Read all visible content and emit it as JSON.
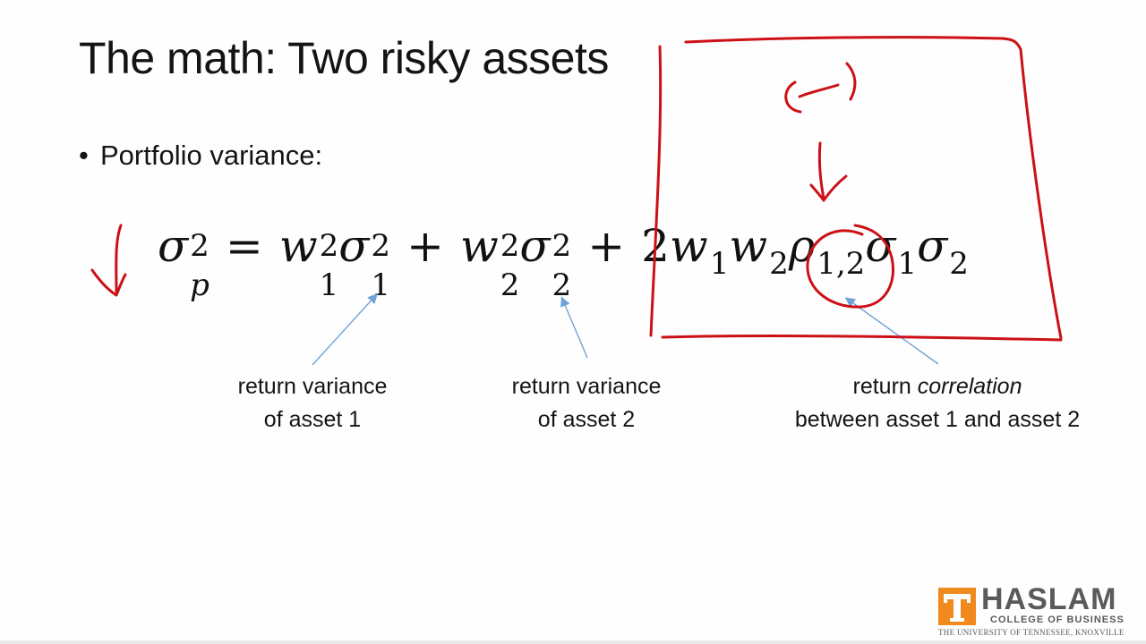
{
  "slide": {
    "title": "The math: Two risky assets",
    "bullet_symbol": "•",
    "bullet_text": "Portfolio variance:"
  },
  "formula": {
    "latex": "\\sigma_p^2 = w_1^2\\sigma_1^2 + w_2^2\\sigma_2^2 + 2w_1w_2\\rho_{1,2}\\sigma_1\\sigma_2",
    "sigma": "σ",
    "w": "w",
    "rho": "ρ",
    "p": "p",
    "two": "2",
    "one": "1",
    "one_two": "1,2",
    "equals": "=",
    "plus": "+",
    "coef": "2"
  },
  "annotations": {
    "label1": {
      "line1": "return variance",
      "line2": "of asset 1"
    },
    "label2": {
      "line1": "return variance",
      "line2": "of asset 2"
    },
    "label3": {
      "line1_prefix": "return ",
      "line1_italic": "correlation",
      "line2": "between asset 1 and asset 2"
    }
  },
  "ink": {
    "color": "#cc1016",
    "arrow_color": "#6fa3d6",
    "note": "(–)"
  },
  "logo": {
    "mark": "T",
    "name": "HASLAM",
    "subtitle": "COLLEGE OF BUSINESS",
    "university": "THE UNIVERSITY OF TENNESSEE, KNOXVILLE",
    "brand_color": "#f08a1c",
    "text_color": "#5a5a5a"
  }
}
